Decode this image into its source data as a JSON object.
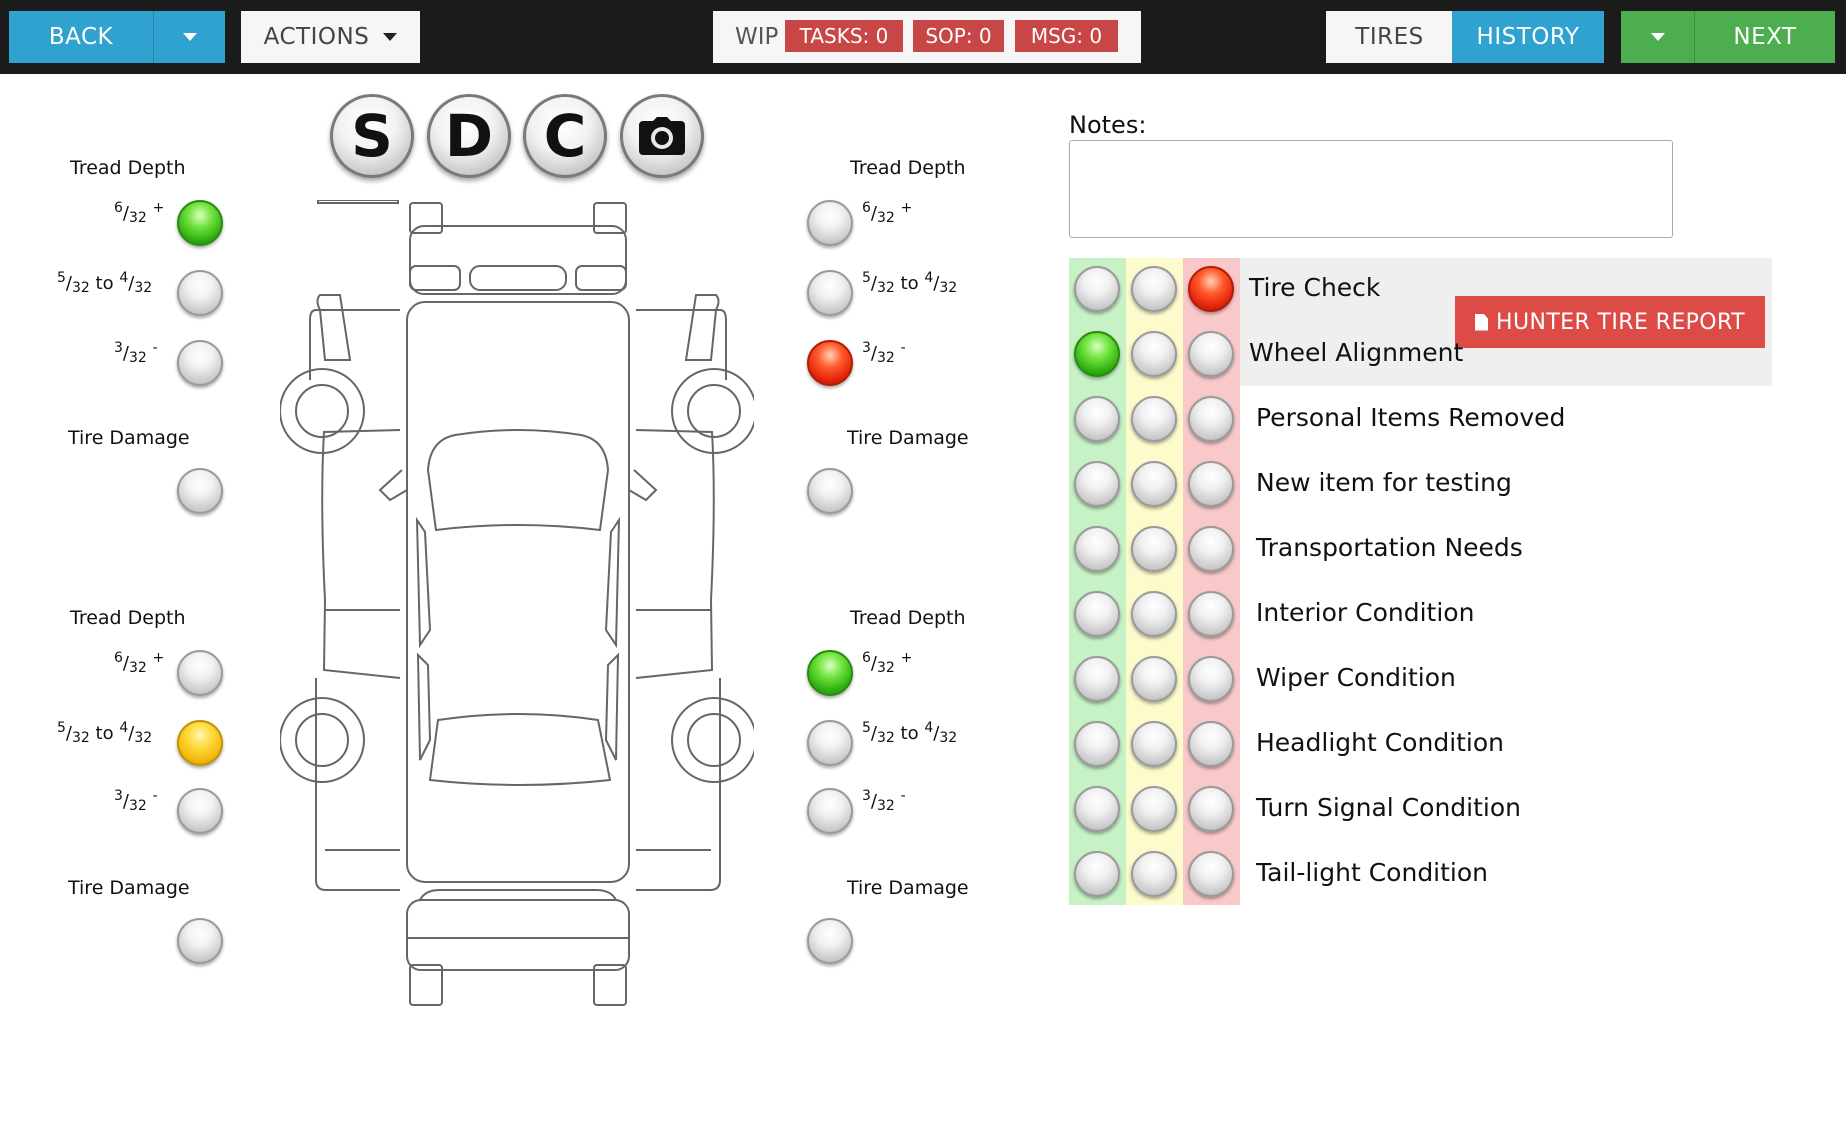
{
  "topbar": {
    "back_label": "BACK",
    "actions_label": "ACTIONS",
    "wip_label": "WIP",
    "tasks_label": "TASKS: 0",
    "sop_label": "SOP: 0",
    "msg_label": "MSG: 0",
    "tires_label": "TIRES",
    "history_label": "HISTORY",
    "next_label": "NEXT"
  },
  "tools": {
    "s_label": "S",
    "d_label": "D",
    "c_label": "C"
  },
  "tires": {
    "tread_title": "Tread Depth",
    "damage_title": "Tire Damage",
    "front_left": {
      "tread_selected": "6/32 +",
      "damage": "off"
    },
    "front_right": {
      "tread_selected": "3/32 -",
      "damage": "off"
    },
    "rear_left": {
      "tread_selected": "5/32 to 4/32",
      "damage": "off"
    },
    "rear_right": {
      "tread_selected": "6/32 +",
      "damage": "off"
    }
  },
  "notes": {
    "label": "Notes:",
    "value": ""
  },
  "checklist": {
    "hunter_label": "HUNTER TIRE REPORT",
    "items": [
      {
        "label": "Tire Check",
        "status": "red"
      },
      {
        "label": "Wheel Alignment",
        "status": "green"
      },
      {
        "label": "Personal Items Removed",
        "status": "none"
      },
      {
        "label": "New item for testing",
        "status": "none"
      },
      {
        "label": "Transportation Needs",
        "status": "none"
      },
      {
        "label": "Interior Condition",
        "status": "none"
      },
      {
        "label": "Wiper Condition",
        "status": "none"
      },
      {
        "label": "Headlight Condition",
        "status": "none"
      },
      {
        "label": "Turn Signal Condition",
        "status": "none"
      },
      {
        "label": "Tail-light Condition",
        "status": "none"
      }
    ]
  }
}
